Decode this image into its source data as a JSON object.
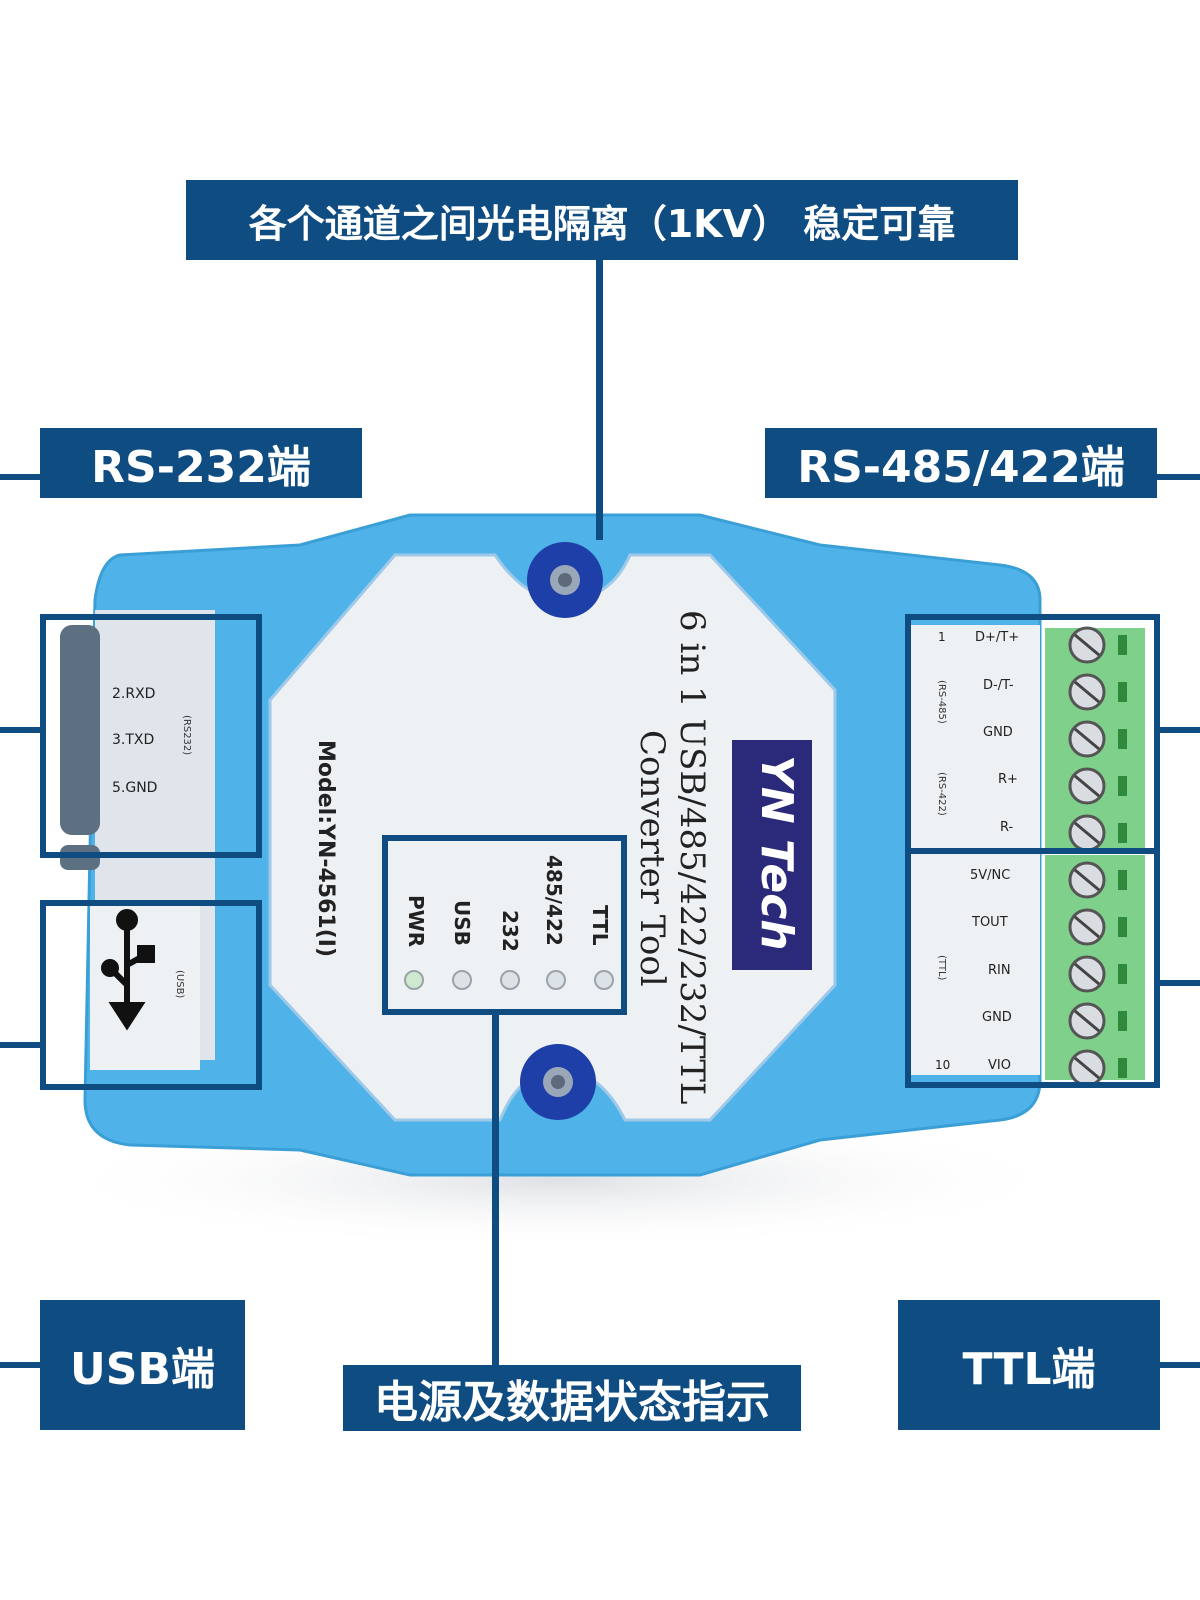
{
  "callouts": {
    "isolation": "各个通道之间光电隔离（1KV） 稳定可靠",
    "rs232": "RS-232端",
    "rs485": "RS-485/422端",
    "usb": "USB端",
    "ttl": "TTL端",
    "status": "电源及数据状态指示"
  },
  "device": {
    "title": "6 in 1 USB/485/422/232/TTL",
    "subtitle": "Converter Tool",
    "brand": "YN Tech",
    "model": "Model:YN-4561(I)",
    "db9_pins": [
      "2.RXD",
      "3.TXD",
      "5.GND"
    ],
    "rs232_tag": "(RS232)",
    "usb_tag": "(USB)",
    "leds": [
      "TTL",
      "485/422",
      "232",
      "USB",
      "PWR"
    ],
    "terminal_top": {
      "pins": [
        "D+/T+",
        "D-/T-",
        "GND",
        "R+",
        "R-"
      ],
      "first_number": "1",
      "tag_485": "(RS-485)",
      "tag_422": "(RS-422)"
    },
    "terminal_bottom": {
      "pins": [
        "5V/NC",
        "TOUT",
        "RIN",
        "GND",
        "VIO"
      ],
      "last_number": "10",
      "tag_ttl": "(TTL)"
    }
  },
  "colors": {
    "callout_bg": "#0f4c81",
    "housing": "#4fb3ea",
    "panel": "#eef1f4",
    "terminal_green": "#7fd08b",
    "brand_bg": "#2b2a7a"
  }
}
